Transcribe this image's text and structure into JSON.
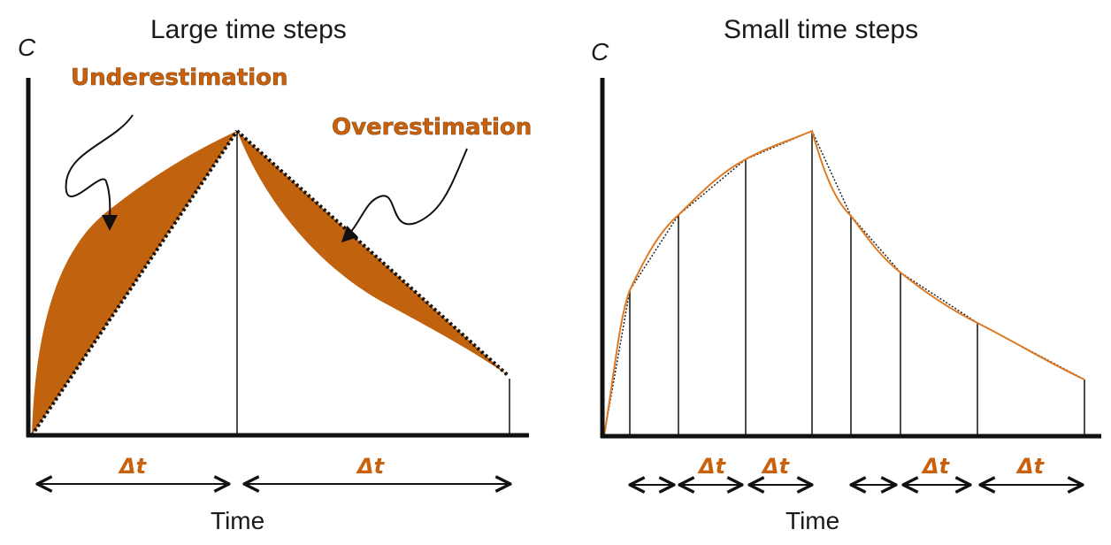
{
  "colors": {
    "fill_orange": "#c1620f",
    "curve_orange": "#e07a22",
    "label_orange": "#c8600c",
    "ink": "#111111"
  },
  "left_panel": {
    "title": "Large time steps",
    "y_axis_label": "C",
    "x_axis_label": "Time",
    "annotation_under": "Underestimation",
    "annotation_over": "Overestimation",
    "interval_labels": [
      "Δt",
      "Δt"
    ]
  },
  "right_panel": {
    "title": "Small time steps",
    "y_axis_label": "C",
    "x_axis_label": "Time",
    "interval_labels": [
      "Δt",
      "Δt",
      "Δt",
      "Δt"
    ]
  }
}
